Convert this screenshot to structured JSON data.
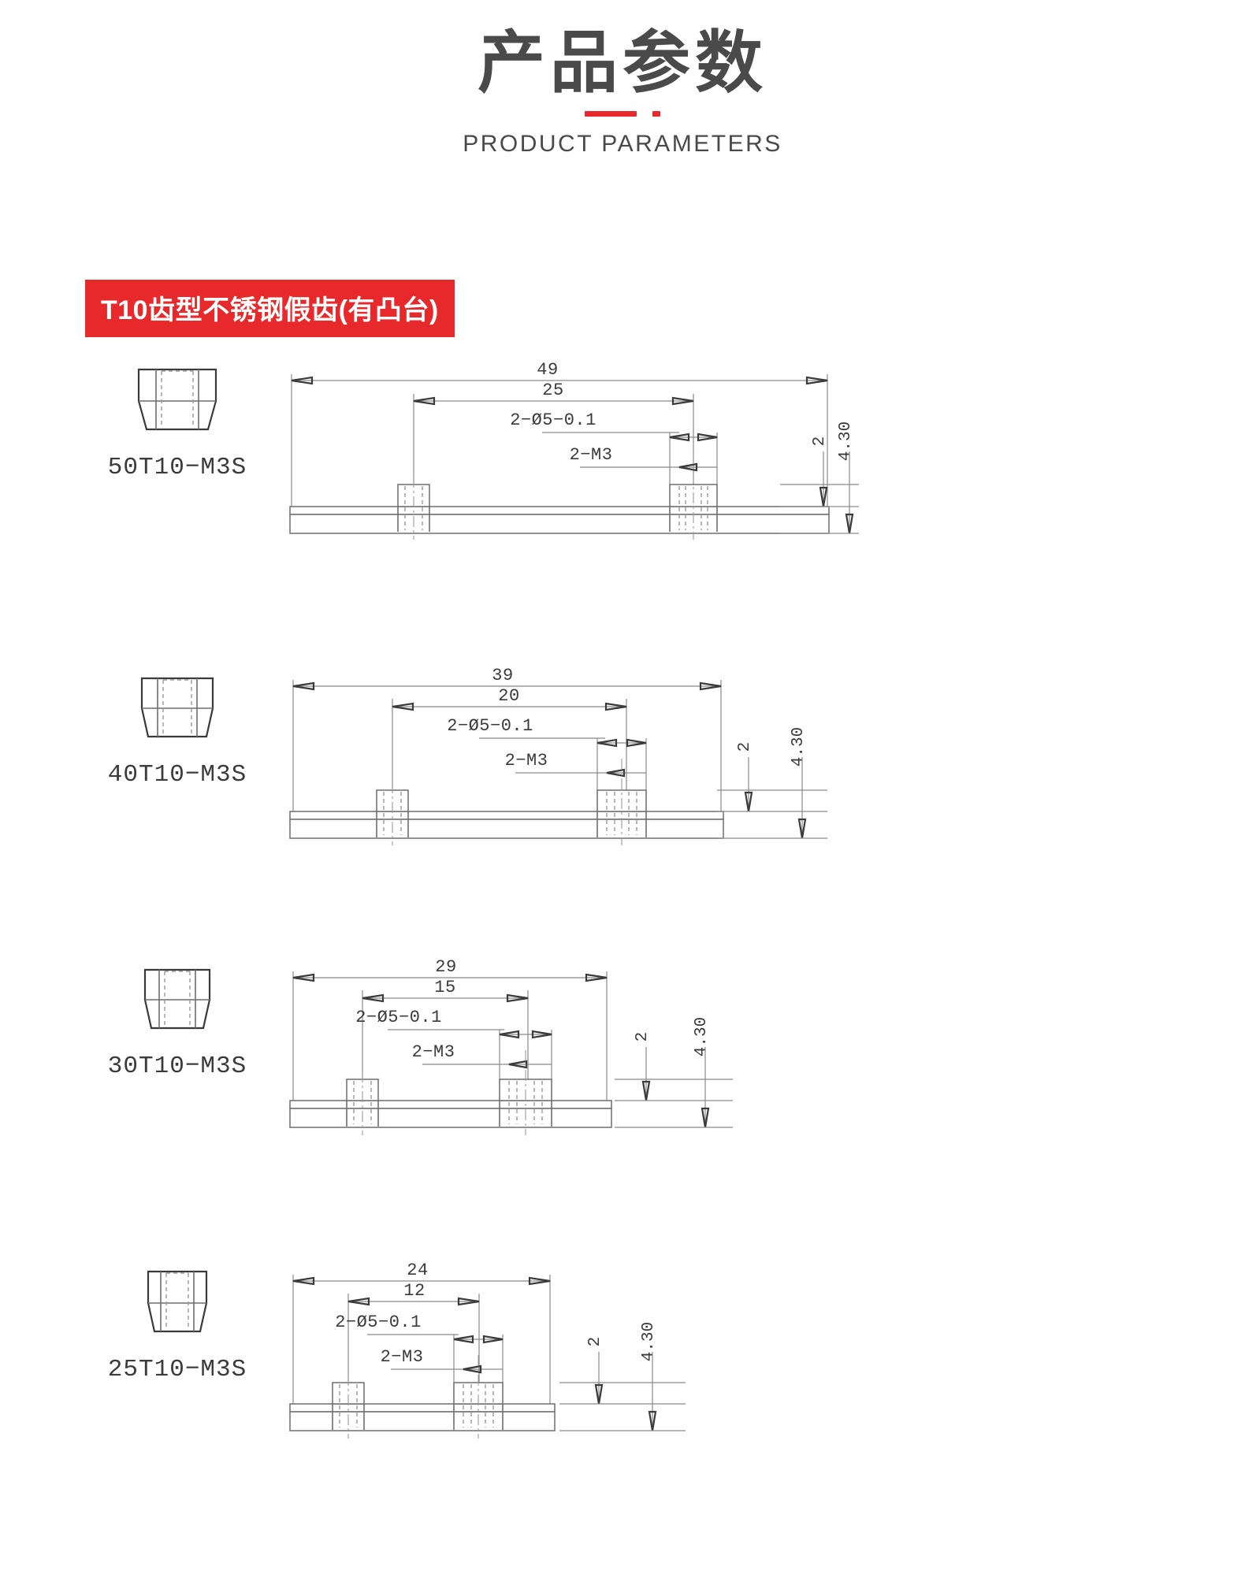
{
  "header": {
    "title": "产品参数",
    "subtitle": "PRODUCT PARAMETERS",
    "accent_color": "#e8292b",
    "title_color": "#4a4a4a"
  },
  "section": {
    "banner_label": "T10齿型不锈钢假齿(有凸台)",
    "banner_bg": "#e8292b",
    "banner_text_color": "#ffffff"
  },
  "common_callouts": {
    "hole_callout": "2−Ø5−0.1",
    "thread_callout": "2−M3",
    "boss_height": "2",
    "total_height": "4.30"
  },
  "products": [
    {
      "label": "50T10−M3S",
      "overall_length": "49",
      "hole_spacing": "25",
      "hole_callout": "2−Ø5−0.1",
      "thread_callout": "2−M3",
      "boss_height": "2",
      "total_height": "4.30"
    },
    {
      "label": "40T10−M3S",
      "overall_length": "39",
      "hole_spacing": "20",
      "hole_callout": "2−Ø5−0.1",
      "thread_callout": "2−M3",
      "boss_height": "2",
      "total_height": "4.30"
    },
    {
      "label": "30T10−M3S",
      "overall_length": "29",
      "hole_spacing": "15",
      "hole_callout": "2−Ø5−0.1",
      "thread_callout": "2−M3",
      "boss_height": "2",
      "total_height": "4.30"
    },
    {
      "label": "25T10−M3S",
      "overall_length": "24",
      "hole_spacing": "12",
      "hole_callout": "2−Ø5−0.1",
      "thread_callout": "2−M3",
      "boss_height": "2",
      "total_height": "4.30"
    }
  ]
}
